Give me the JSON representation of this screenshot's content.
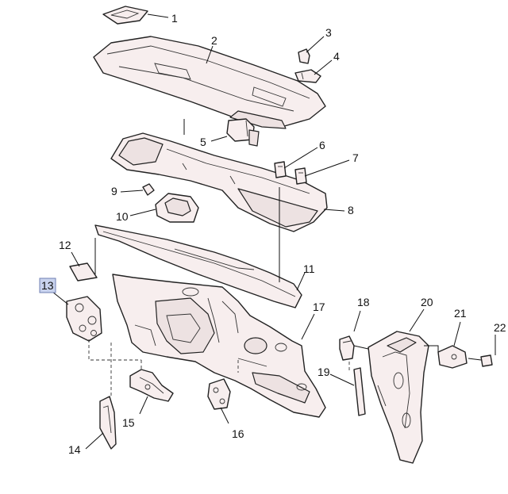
{
  "callouts": {
    "c1": "1",
    "c2": "2",
    "c3": "3",
    "c4": "4",
    "c5": "5",
    "c6": "6",
    "c7": "7",
    "c8": "8",
    "c9": "9",
    "c10": "10",
    "c11": "11",
    "c12": "12",
    "c13": "13",
    "c14": "14",
    "c15": "15",
    "c16": "16",
    "c17": "17",
    "c18": "18",
    "c19": "19",
    "c20": "20",
    "c21": "21",
    "c22": "22"
  },
  "highlighted_callout": "13",
  "colors": {
    "part_fill": "#f7eeee",
    "highlight": "#c9d3ee",
    "line": "#222222"
  }
}
